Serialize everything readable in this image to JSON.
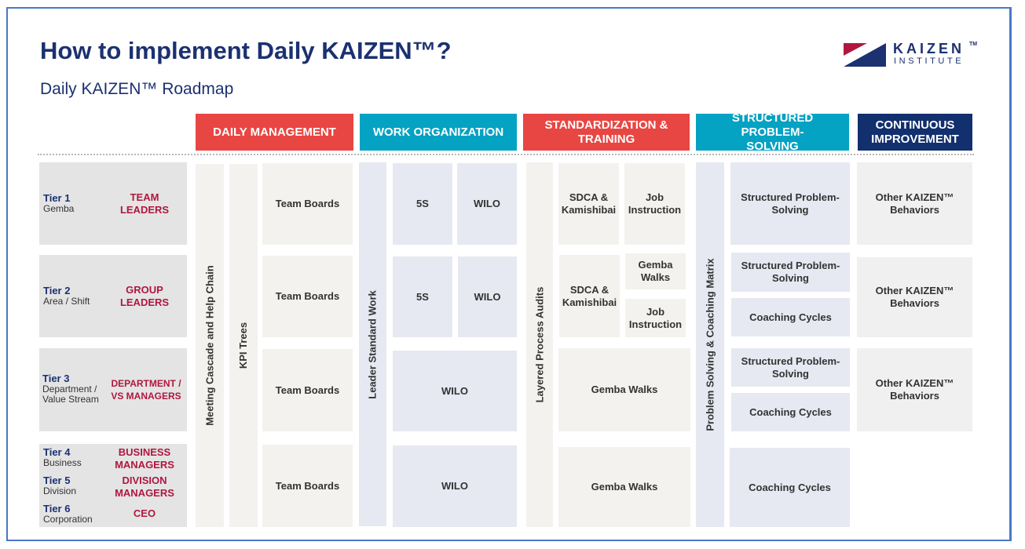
{
  "header": {
    "title": "How to implement Daily KAIZEN™?",
    "subtitle": "Daily KAIZEN™ Roadmap"
  },
  "logo": {
    "word": "KAIZEN",
    "tm": "TM",
    "sub": "INSTITUTE",
    "colors": {
      "red": "#b0173f",
      "navy": "#1b3170"
    }
  },
  "pillars": [
    {
      "label": "DAILY MANAGEMENT",
      "color": "#e84643"
    },
    {
      "label": "WORK ORGANIZATION",
      "color": "#04a2c3"
    },
    {
      "label": "STANDARDIZATION & TRAINING",
      "color": "#e84643"
    },
    {
      "label": "STRUCTURED PROBLEM-SOLVING",
      "color": "#04a2c3"
    },
    {
      "label": "CONTINUOUS IMPROVEMENT",
      "color": "#12306e"
    }
  ],
  "tiers": [
    {
      "tier": "Tier 1",
      "area": "Gemba",
      "role": "TEAM LEADERS"
    },
    {
      "tier": "Tier 2",
      "area": "Area / Shift",
      "role": "GROUP LEADERS"
    },
    {
      "tier": "Tier 3",
      "area": "Department / Value Stream",
      "role": "DEPARTMENT / VS MANAGERS"
    },
    {
      "tier": "Tier 4",
      "area": "Business",
      "role": "BUSINESS MANAGERS"
    },
    {
      "tier": "Tier 5",
      "area": "Division",
      "role": "DIVISION MANAGERS"
    },
    {
      "tier": "Tier 6",
      "area": "Corporation",
      "role": "CEO"
    }
  ],
  "verticals": {
    "meeting_cascade": "Meeting Cascade and Help Chain",
    "kpi_trees": "KPI Trees",
    "leader_standard_work": "Leader Standard Work",
    "layered_audits": "Layered Process Audits",
    "ps_matrix": "Problem Solving & Coaching Matrix"
  },
  "cells": {
    "team_boards": "Team Boards",
    "five_s": "5S",
    "wilo": "WILO",
    "sdca": "SDCA & Kamishibai",
    "job_instruction": "Job Instruction",
    "gemba_walks": "Gemba Walks",
    "sps": "Structured Problem-Solving",
    "coaching": "Coaching Cycles",
    "other": "Other KAIZEN™ Behaviors"
  }
}
